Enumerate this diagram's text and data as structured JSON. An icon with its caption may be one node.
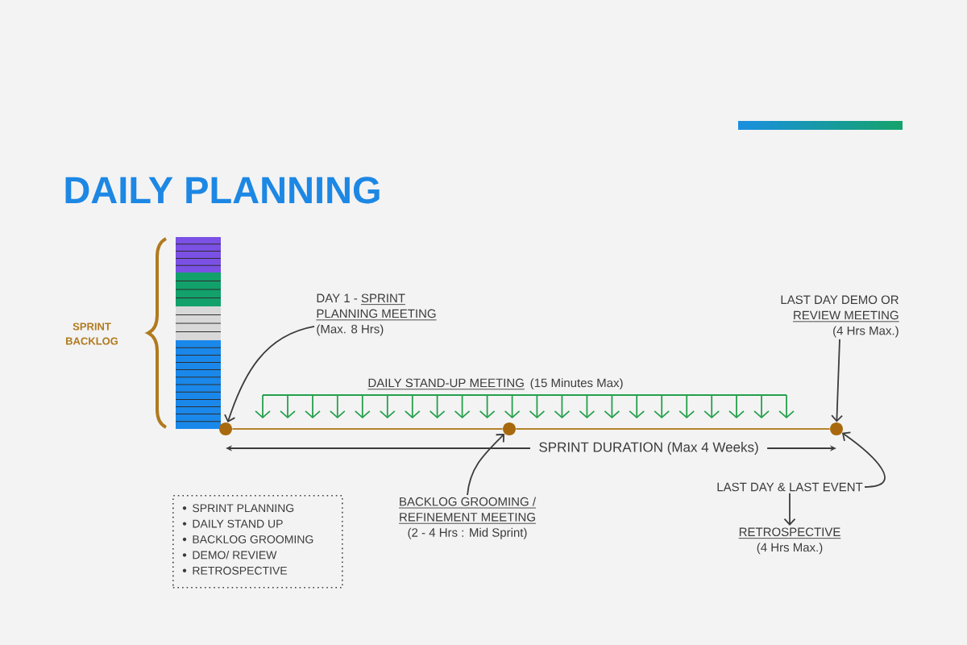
{
  "diagram": {
    "title": "DAILY PLANNING",
    "nodes": [
      {
        "text": [
          "DAY 1 -",
          "SPRINT PLANNING MEETING",
          "(Max. 8 Hrs)"
        ]
      },
      {
        "text": [
          "LAST DAY DEMO OR",
          "REVIEW MEETING",
          "(4 Hrs Max.)"
        ]
      },
      {
        "text": [],
        "shape": "circle"
      },
      {
        "text": [],
        "shape": "circle"
      },
      {
        "text": [],
        "shape": "circle"
      },
      {
        "text": [
          "SPRINT PLANNING",
          "DAILY STAND UP",
          "BACKLOG GROOMING",
          "DEMO/ REVIEW",
          "RETROSPECTIVE"
        ]
      },
      {
        "text": [
          "BACKLOG GROOMING / REFINEMENT MEETING",
          "(2 - 4 Hrs : Mid Sprint)"
        ]
      },
      {
        "text": [
          "LAST DAY & LAST EVENT"
        ]
      },
      {
        "text": [
          "RETROSPECTIVE",
          "(4 Hrs Max.)"
        ]
      }
    ],
    "edges": [
      {
        "from": 0,
        "to": 2,
        "arrow": "to"
      },
      {
        "from": 1,
        "to": 4,
        "arrow": "to"
      },
      {
        "from": 2,
        "to": 3,
        "arrow": "none",
        "color": "#b5832a"
      },
      {
        "from": 3,
        "to": 4,
        "arrow": "none",
        "color": "#b5832a"
      },
      {
        "from": 6,
        "to": 3,
        "arrow": "to"
      },
      {
        "from": 7,
        "to": 4,
        "arrow": "to"
      },
      {
        "from": 7,
        "to": 8,
        "arrow": "to"
      }
    ],
    "labels": [
      "SPRINT BACKLOG",
      "DAILY STAND-UP MEETING",
      "(15 Minutes Max)",
      "SPRINT DURATION (Max 4 Weeks)"
    ]
  }
}
